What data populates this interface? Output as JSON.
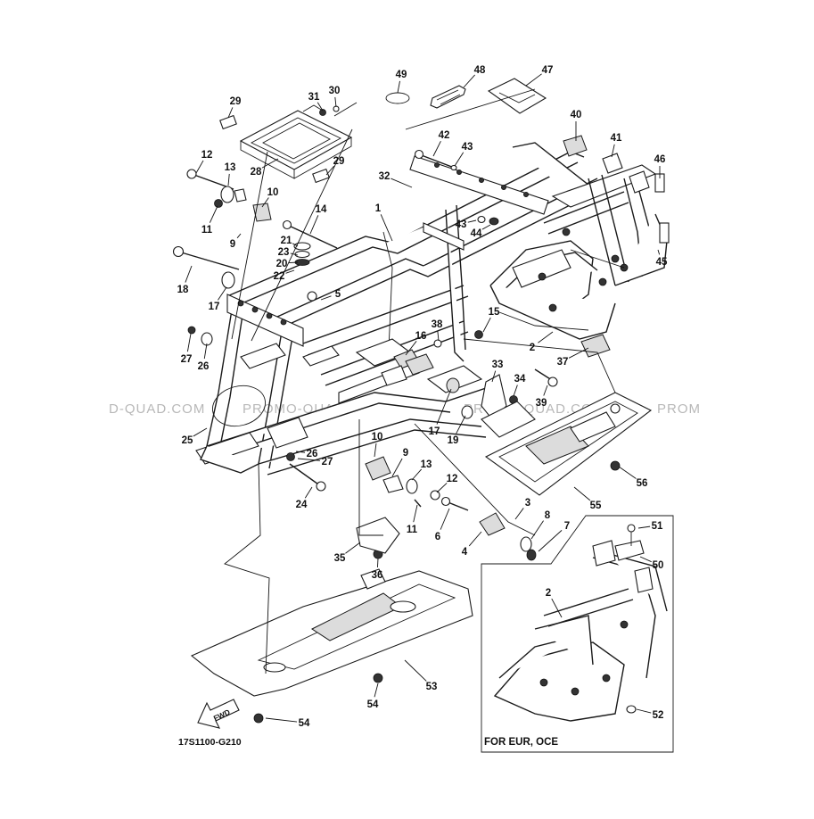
{
  "diagram": {
    "code": "17S1100-G210",
    "inset_label": "FOR EUR, OCE",
    "fwd_label": "FWD",
    "watermark": [
      "D-QUAD.COM",
      "PROMO-QUAD.COM",
      "PROMO-QUAD.COM",
      "PROM"
    ],
    "callouts": [
      {
        "id": "c49",
        "label": "49"
      },
      {
        "id": "c48",
        "label": "48"
      },
      {
        "id": "c47",
        "label": "47"
      },
      {
        "id": "c31",
        "label": "31"
      },
      {
        "id": "c30",
        "label": "30"
      },
      {
        "id": "c29a",
        "label": "29"
      },
      {
        "id": "c28",
        "label": "28"
      },
      {
        "id": "c29b",
        "label": "29"
      },
      {
        "id": "c12a",
        "label": "12"
      },
      {
        "id": "c13a",
        "label": "13"
      },
      {
        "id": "c10a",
        "label": "10"
      },
      {
        "id": "c11a",
        "label": "11"
      },
      {
        "id": "c9a",
        "label": "9"
      },
      {
        "id": "c14",
        "label": "14"
      },
      {
        "id": "c21",
        "label": "21"
      },
      {
        "id": "c23",
        "label": "23"
      },
      {
        "id": "c20",
        "label": "20"
      },
      {
        "id": "c22",
        "label": "22"
      },
      {
        "id": "c18",
        "label": "18"
      },
      {
        "id": "c17a",
        "label": "17"
      },
      {
        "id": "c5",
        "label": "5"
      },
      {
        "id": "c1",
        "label": "1"
      },
      {
        "id": "c32",
        "label": "32"
      },
      {
        "id": "c42",
        "label": "42"
      },
      {
        "id": "c43a",
        "label": "43"
      },
      {
        "id": "c43b",
        "label": "43"
      },
      {
        "id": "c44",
        "label": "44"
      },
      {
        "id": "c40",
        "label": "40"
      },
      {
        "id": "c41",
        "label": "41"
      },
      {
        "id": "c46",
        "label": "46"
      },
      {
        "id": "c45",
        "label": "45"
      },
      {
        "id": "c15",
        "label": "15"
      },
      {
        "id": "c2a",
        "label": "2"
      },
      {
        "id": "c38",
        "label": "38"
      },
      {
        "id": "c16",
        "label": "16"
      },
      {
        "id": "c37",
        "label": "37"
      },
      {
        "id": "c27a",
        "label": "27"
      },
      {
        "id": "c26a",
        "label": "26"
      },
      {
        "id": "c33",
        "label": "33"
      },
      {
        "id": "c34",
        "label": "34"
      },
      {
        "id": "c39",
        "label": "39"
      },
      {
        "id": "c17b",
        "label": "17"
      },
      {
        "id": "c19",
        "label": "19"
      },
      {
        "id": "c25",
        "label": "25"
      },
      {
        "id": "c26b",
        "label": "26"
      },
      {
        "id": "c27b",
        "label": "27"
      },
      {
        "id": "c10b",
        "label": "10"
      },
      {
        "id": "c9b",
        "label": "9"
      },
      {
        "id": "c13b",
        "label": "13"
      },
      {
        "id": "c12b",
        "label": "12"
      },
      {
        "id": "c56",
        "label": "56"
      },
      {
        "id": "c55",
        "label": "55"
      },
      {
        "id": "c24",
        "label": "24"
      },
      {
        "id": "c3",
        "label": "3"
      },
      {
        "id": "c8",
        "label": "8"
      },
      {
        "id": "c7",
        "label": "7"
      },
      {
        "id": "c11b",
        "label": "11"
      },
      {
        "id": "c6",
        "label": "6"
      },
      {
        "id": "c4",
        "label": "4"
      },
      {
        "id": "c35",
        "label": "35"
      },
      {
        "id": "c36",
        "label": "36"
      },
      {
        "id": "c51",
        "label": "51"
      },
      {
        "id": "c50",
        "label": "50"
      },
      {
        "id": "c2b",
        "label": "2"
      },
      {
        "id": "c53",
        "label": "53"
      },
      {
        "id": "c54a",
        "label": "54"
      },
      {
        "id": "c54b",
        "label": "54"
      },
      {
        "id": "c52",
        "label": "52"
      }
    ]
  }
}
